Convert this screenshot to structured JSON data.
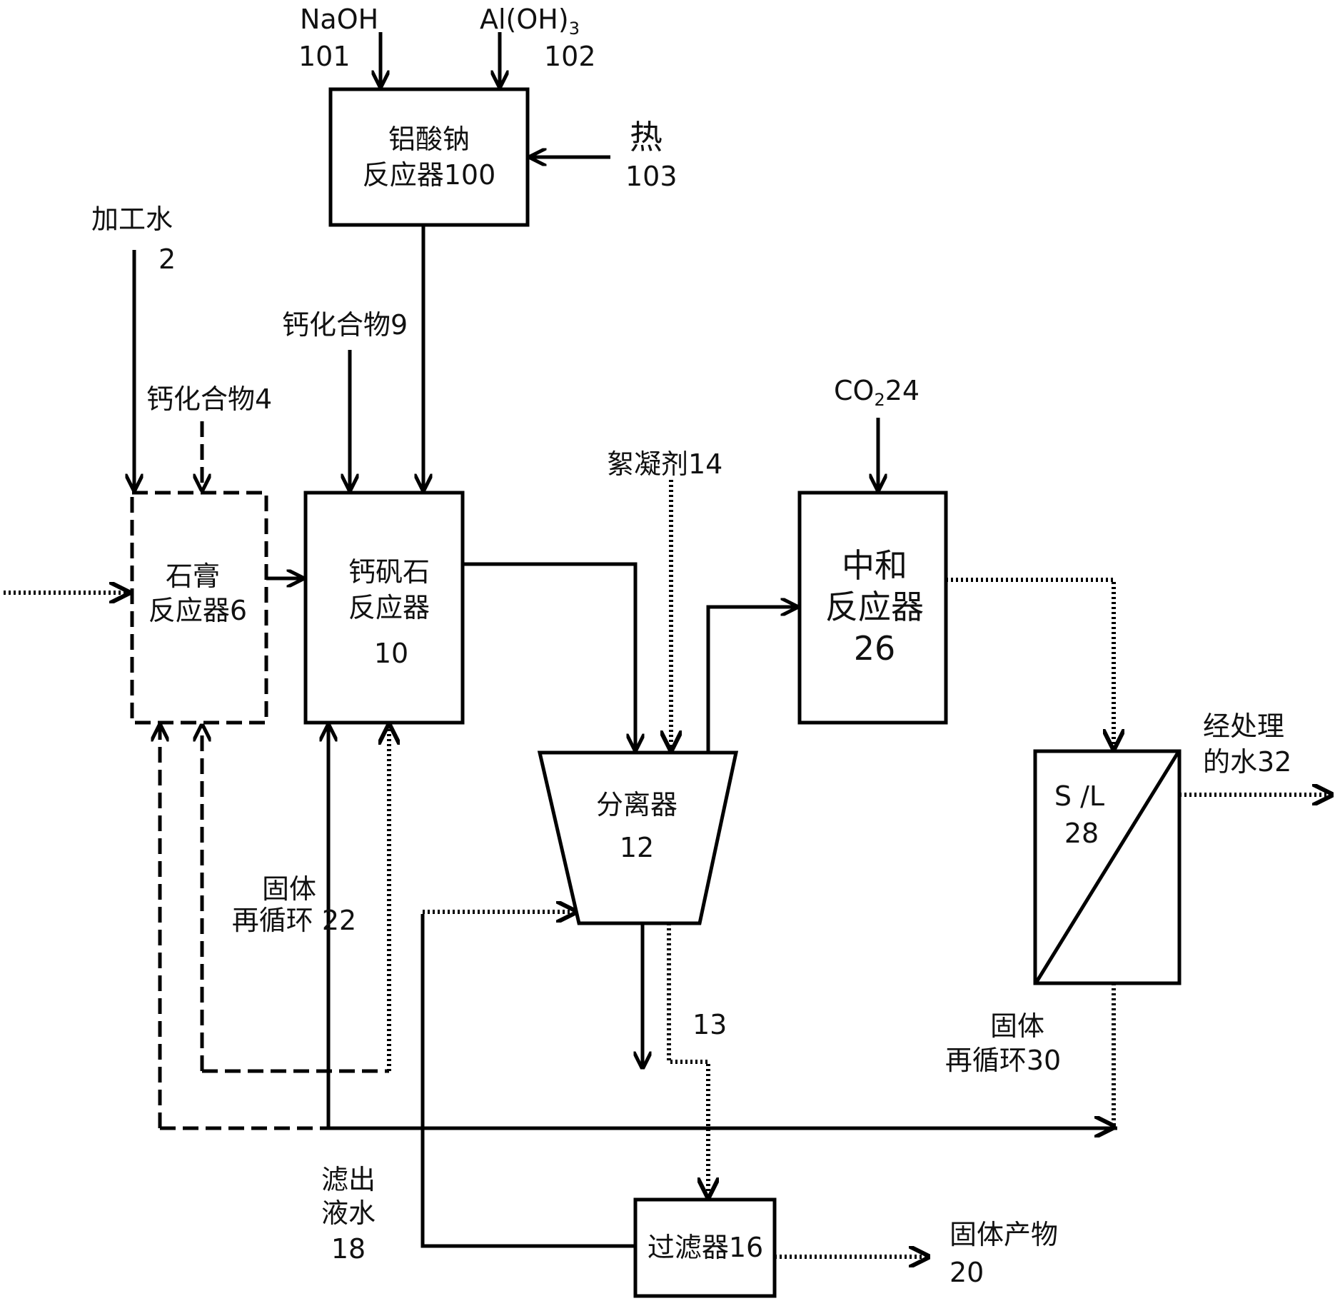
{
  "inputs": {
    "naoh": {
      "name": "NaOH",
      "num": "101"
    },
    "aloh3": {
      "name": "Al(OH)",
      "sub": "3",
      "num": "102"
    },
    "heat": {
      "name": "热",
      "num": "103"
    },
    "process_water": {
      "name": "加工水",
      "num": "2"
    },
    "calcium_9": "钙化合物9",
    "calcium_4": "钙化合物4",
    "flocculant": "絮凝剂14",
    "co2": {
      "name": "CO",
      "sub": "2",
      "num": "24"
    }
  },
  "units": {
    "aluminate_reactor": {
      "line1": "铝酸钠",
      "line2": "反应器100"
    },
    "gypsum_reactor": {
      "line1": "石膏",
      "line2": "反应器6"
    },
    "ettringite_reactor": {
      "line1": "钙矾石",
      "line2": "反应器",
      "num": "10"
    },
    "separator": {
      "line1": "分离器",
      "num": "12"
    },
    "neutralization": {
      "line1": "中和",
      "line2": "反应器",
      "num": "26"
    },
    "sl_separator": {
      "line1": "S /L",
      "num": "28"
    },
    "filter": {
      "label": "过滤器16"
    }
  },
  "streams": {
    "solids_recycle_22": {
      "line1": "固体",
      "line2": "再循环 22"
    },
    "solids_recycle_30": {
      "line1": "固体",
      "line2": "再循环30"
    },
    "stream_13": "13",
    "filtrate_18": {
      "line1": "滤出",
      "line2": "液水",
      "num": "18"
    },
    "treated_water": {
      "line1": "经处理",
      "line2": "的水32"
    },
    "solid_product": {
      "name": "固体产物",
      "num": "20"
    }
  }
}
